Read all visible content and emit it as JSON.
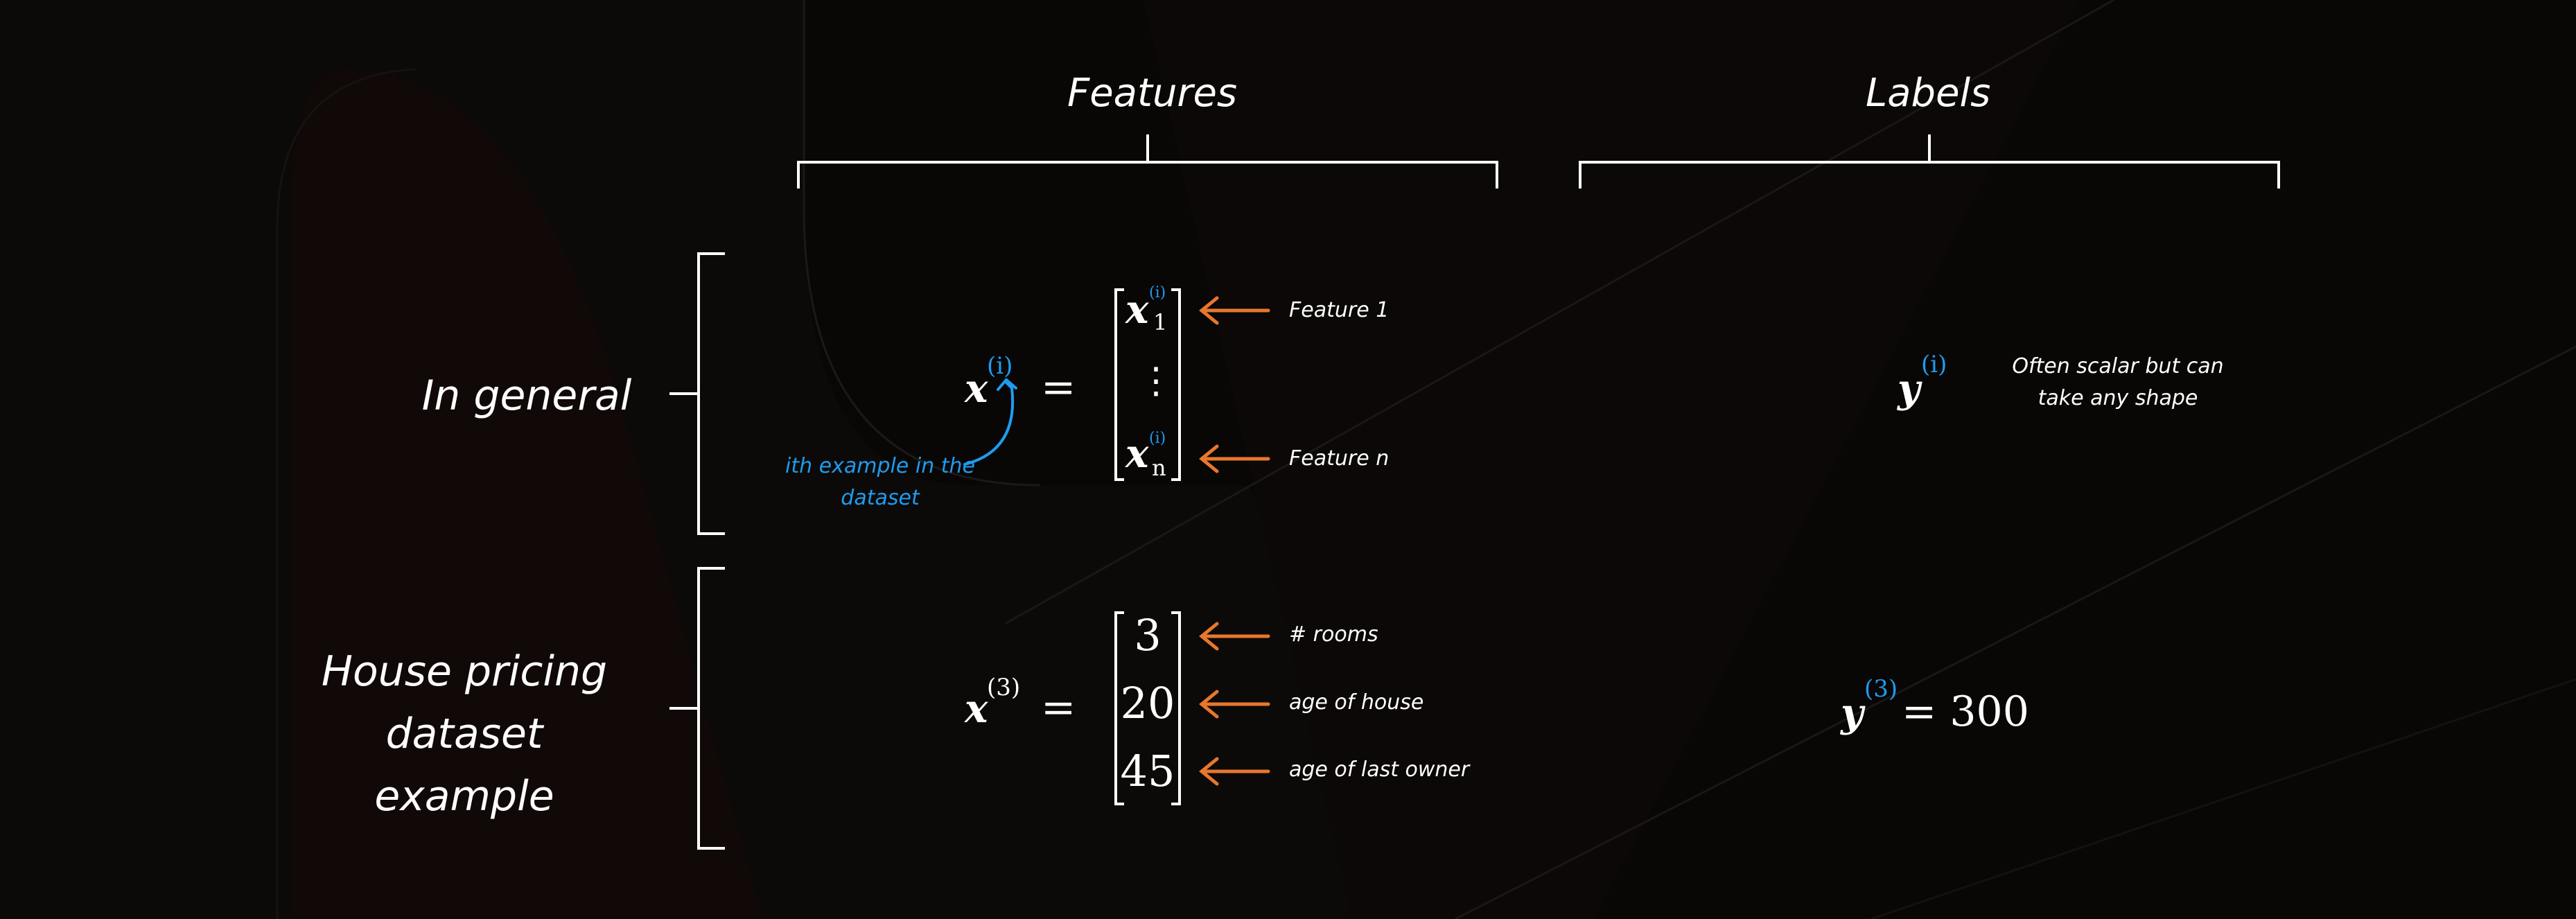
{
  "headers": {
    "features": "Features",
    "labels": "Labels"
  },
  "rows": {
    "general": {
      "title": "In general",
      "x_symbol": "x",
      "x_superscript": "(i)",
      "equals": "=",
      "feature_first_base": "x",
      "feature_first_sup": "(i)",
      "feature_first_sub": "1",
      "vdots": "⋮",
      "feature_last_base": "x",
      "feature_last_sup": "(i)",
      "feature_last_sub": "n",
      "feature_first_label": "Feature 1",
      "feature_last_label": "Feature n",
      "ith_note": "ith example in the dataset",
      "y_symbol": "y",
      "y_superscript": "(i)",
      "y_note": "Often scalar but can take any shape"
    },
    "house": {
      "title": "House pricing dataset example",
      "x_symbol": "x",
      "x_superscript": "(3)",
      "equals": "=",
      "values": [
        "3",
        "20",
        "45"
      ],
      "value_labels": [
        "# rooms",
        "age of house",
        "age of last owner"
      ],
      "y_symbol": "y",
      "y_superscript": "(3)",
      "y_rhs": "= 300"
    }
  },
  "colors": {
    "accent_blue": "#1f9bf0",
    "arrow_orange": "#e8772e",
    "text": "#ffffff",
    "background": "#080706"
  }
}
